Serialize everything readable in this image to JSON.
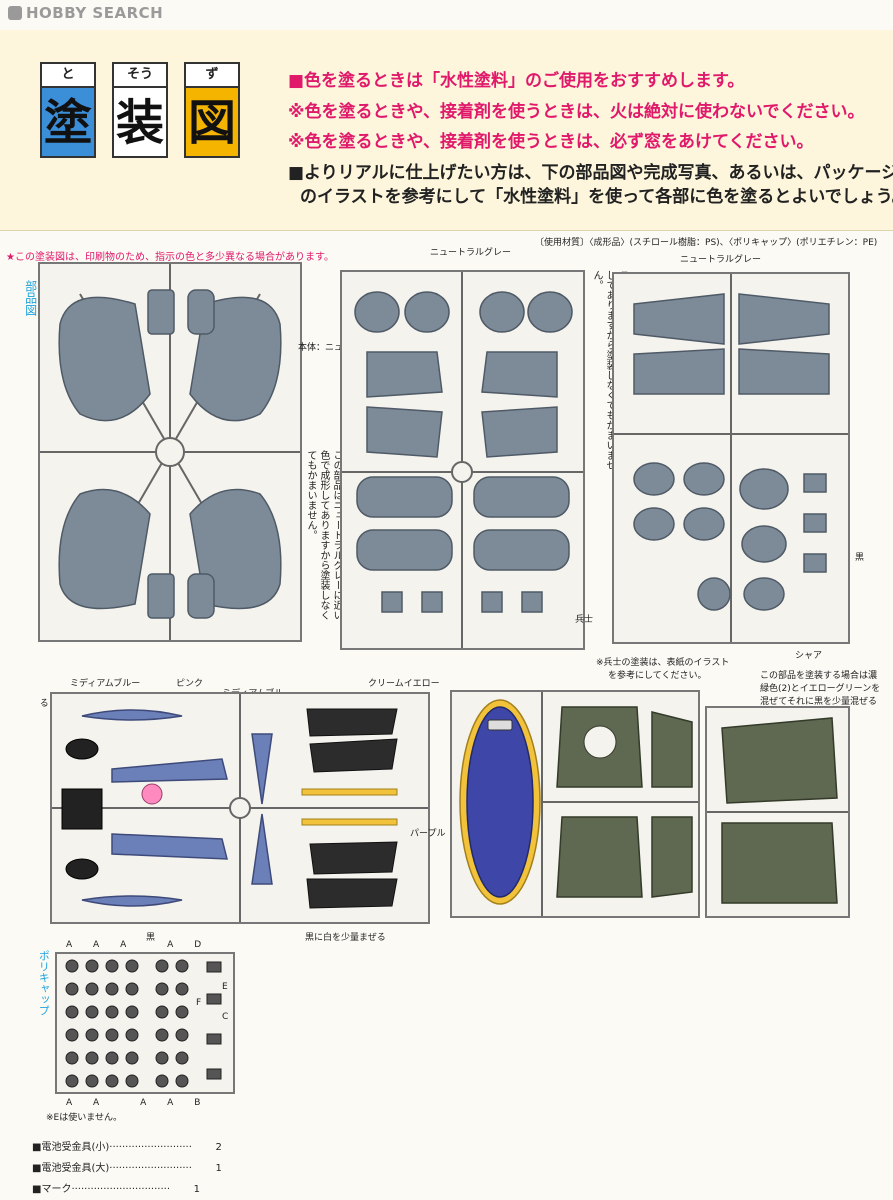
{
  "watermark": "HOBBY SEARCH",
  "title_tiles": [
    {
      "kanji": "塗",
      "furigana": "と",
      "color": "#3b8fd9"
    },
    {
      "kanji": "装",
      "furigana": "そう",
      "color": "#ffffff"
    },
    {
      "kanji": "図",
      "furigana": "ず",
      "color": "#f5b400"
    }
  ],
  "instructions": {
    "line1": "■色を塗るときは「水性塗料」のご使用をおすすめします。",
    "line2": "※色を塗るときや、接着剤を使うときは、火は絶対に使わないでください。",
    "line3": "※色を塗るときや、接着剤を使うときは、必ず窓をあけてください。",
    "line4": "■よりリアルに仕上げたい方は、下の部品図や完成写真、あるいは、パッケージ",
    "line5": "のイラストを参考にして「水性塗料」を使って各部に色を塗るとよいでしょう。"
  },
  "caution_note": "★この塗装図は、印刷物のため、指示の色と多少異なる場合があります。",
  "materials": "〔使用材質〕〈成形品〉(スチロール樹脂：PS)、〈ポリキャップ〉(ポリエチレン：PE)",
  "section_parts": "部品図",
  "section_polycap": "ポリキャップ",
  "color_labels": {
    "neutral_gray": "ニュートラルグレー",
    "neutral_gray_2": "ニュートラルグレー",
    "body_neutral_gray": "本体：ニュートラルグレー",
    "medium_blue": "ミディアムブルー",
    "medium_blue_2": "ミディアムブルー",
    "pink": "ピンク",
    "cream_yellow": "クリームイエロー",
    "purple": "パープル",
    "black": "黒",
    "black_2": "黒",
    "black_white": "黒に白を少量まぜる",
    "black_white_left": "黒に白を少量まぜる",
    "soldier": "兵士",
    "char": "シャア"
  },
  "frame_notes": {
    "frame_a": "この部品はニュートラルグレーに近い色で成形してありますから塗装しなくてもかまいません。",
    "frame_b": "この部品はニュートラルグレーに近い色で成形してありますから塗装しなくてもかまいません。",
    "soldier_note_1": "※兵士の塗装は、表紙のイラスト",
    "soldier_note_2": "を参考にしてください。",
    "green_note_1": "この部品を塗装する場合は濃",
    "green_note_2": "緑色(2)とイエローグリーンを",
    "green_note_3": "混ぜてそれに黒を少量混ぜる"
  },
  "polycap": {
    "top_labels": [
      "A",
      "A",
      "A",
      "A",
      "D"
    ],
    "side_labels": [
      "E",
      "C",
      "F"
    ],
    "bottom_labels": [
      "A",
      "A",
      "A",
      "A",
      "B"
    ],
    "note": "※Eは使いません。"
  },
  "accessories": [
    {
      "name": "■電池受金具(小)",
      "qty": "2"
    },
    {
      "name": "■電池受金具(大)",
      "qty": "1"
    },
    {
      "name": "■マーク",
      "qty": "1"
    }
  ],
  "colors": {
    "neutral_gray": "#7d8b99",
    "olive_green": "#5f6850",
    "purple_blue": "#3e47a8",
    "cream_yellow": "#f2c23a",
    "accent_magenta": "#e0196b",
    "accent_cyan": "#1ea3dc"
  }
}
